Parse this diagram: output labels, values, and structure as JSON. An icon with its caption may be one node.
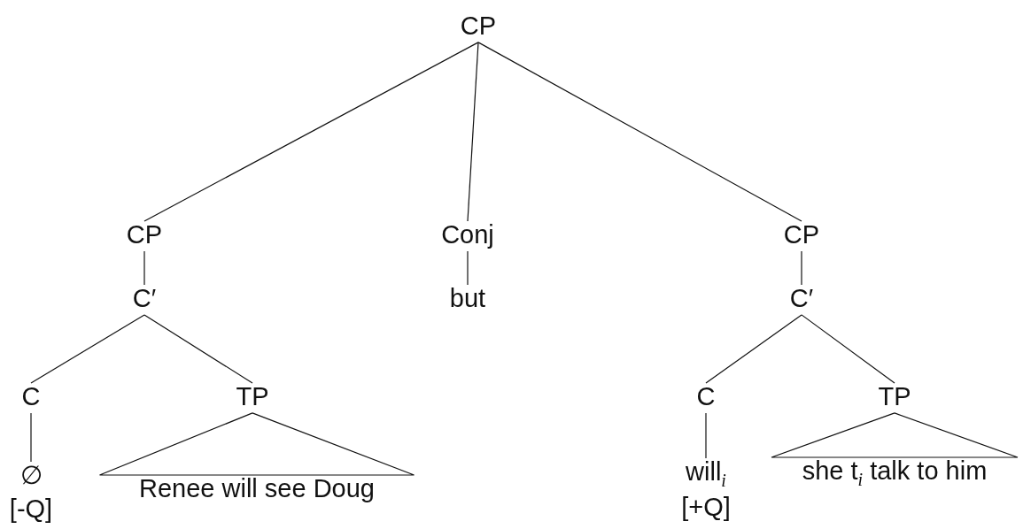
{
  "diagram": {
    "nodes": [
      {
        "text": [
          "CP"
        ]
      },
      {
        "text": [
          "CP"
        ]
      },
      {
        "text": [
          "Conj"
        ]
      },
      {
        "text": [
          "CP"
        ]
      },
      {
        "text": [
          "C′"
        ]
      },
      {
        "text": [
          "but"
        ]
      },
      {
        "text": [
          "C′"
        ]
      },
      {
        "text": [
          "C"
        ]
      },
      {
        "text": [
          "TP"
        ]
      },
      {
        "text": [
          "C"
        ]
      },
      {
        "text": [
          "TP"
        ]
      },
      {
        "text": [
          "∅",
          "[-Q]"
        ]
      },
      {
        "text": [
          "Renee will see Doug"
        ]
      },
      {
        "text": [
          "will$_{i}$",
          "[+Q]"
        ]
      },
      {
        "text": [
          "she t$_{i}$ talk to him"
        ]
      }
    ],
    "edges": [
      {
        "from": 0,
        "to": 1,
        "arrow": "none"
      },
      {
        "from": 0,
        "to": 2,
        "arrow": "none"
      },
      {
        "from": 0,
        "to": 3,
        "arrow": "none"
      },
      {
        "from": 1,
        "to": 4,
        "arrow": "none"
      },
      {
        "from": 2,
        "to": 5,
        "arrow": "none"
      },
      {
        "from": 3,
        "to": 6,
        "arrow": "none"
      },
      {
        "from": 4,
        "to": 7,
        "arrow": "none"
      },
      {
        "from": 4,
        "to": 8,
        "arrow": "none"
      },
      {
        "from": 6,
        "to": 9,
        "arrow": "none"
      },
      {
        "from": 6,
        "to": 10,
        "arrow": "none"
      },
      {
        "from": 7,
        "to": 11,
        "arrow": "none"
      },
      {
        "from": 8,
        "to": 12,
        "arrow": "none"
      },
      {
        "from": 9,
        "to": 13,
        "arrow": "none"
      },
      {
        "from": 10,
        "to": 14,
        "arrow": "none"
      }
    ]
  }
}
